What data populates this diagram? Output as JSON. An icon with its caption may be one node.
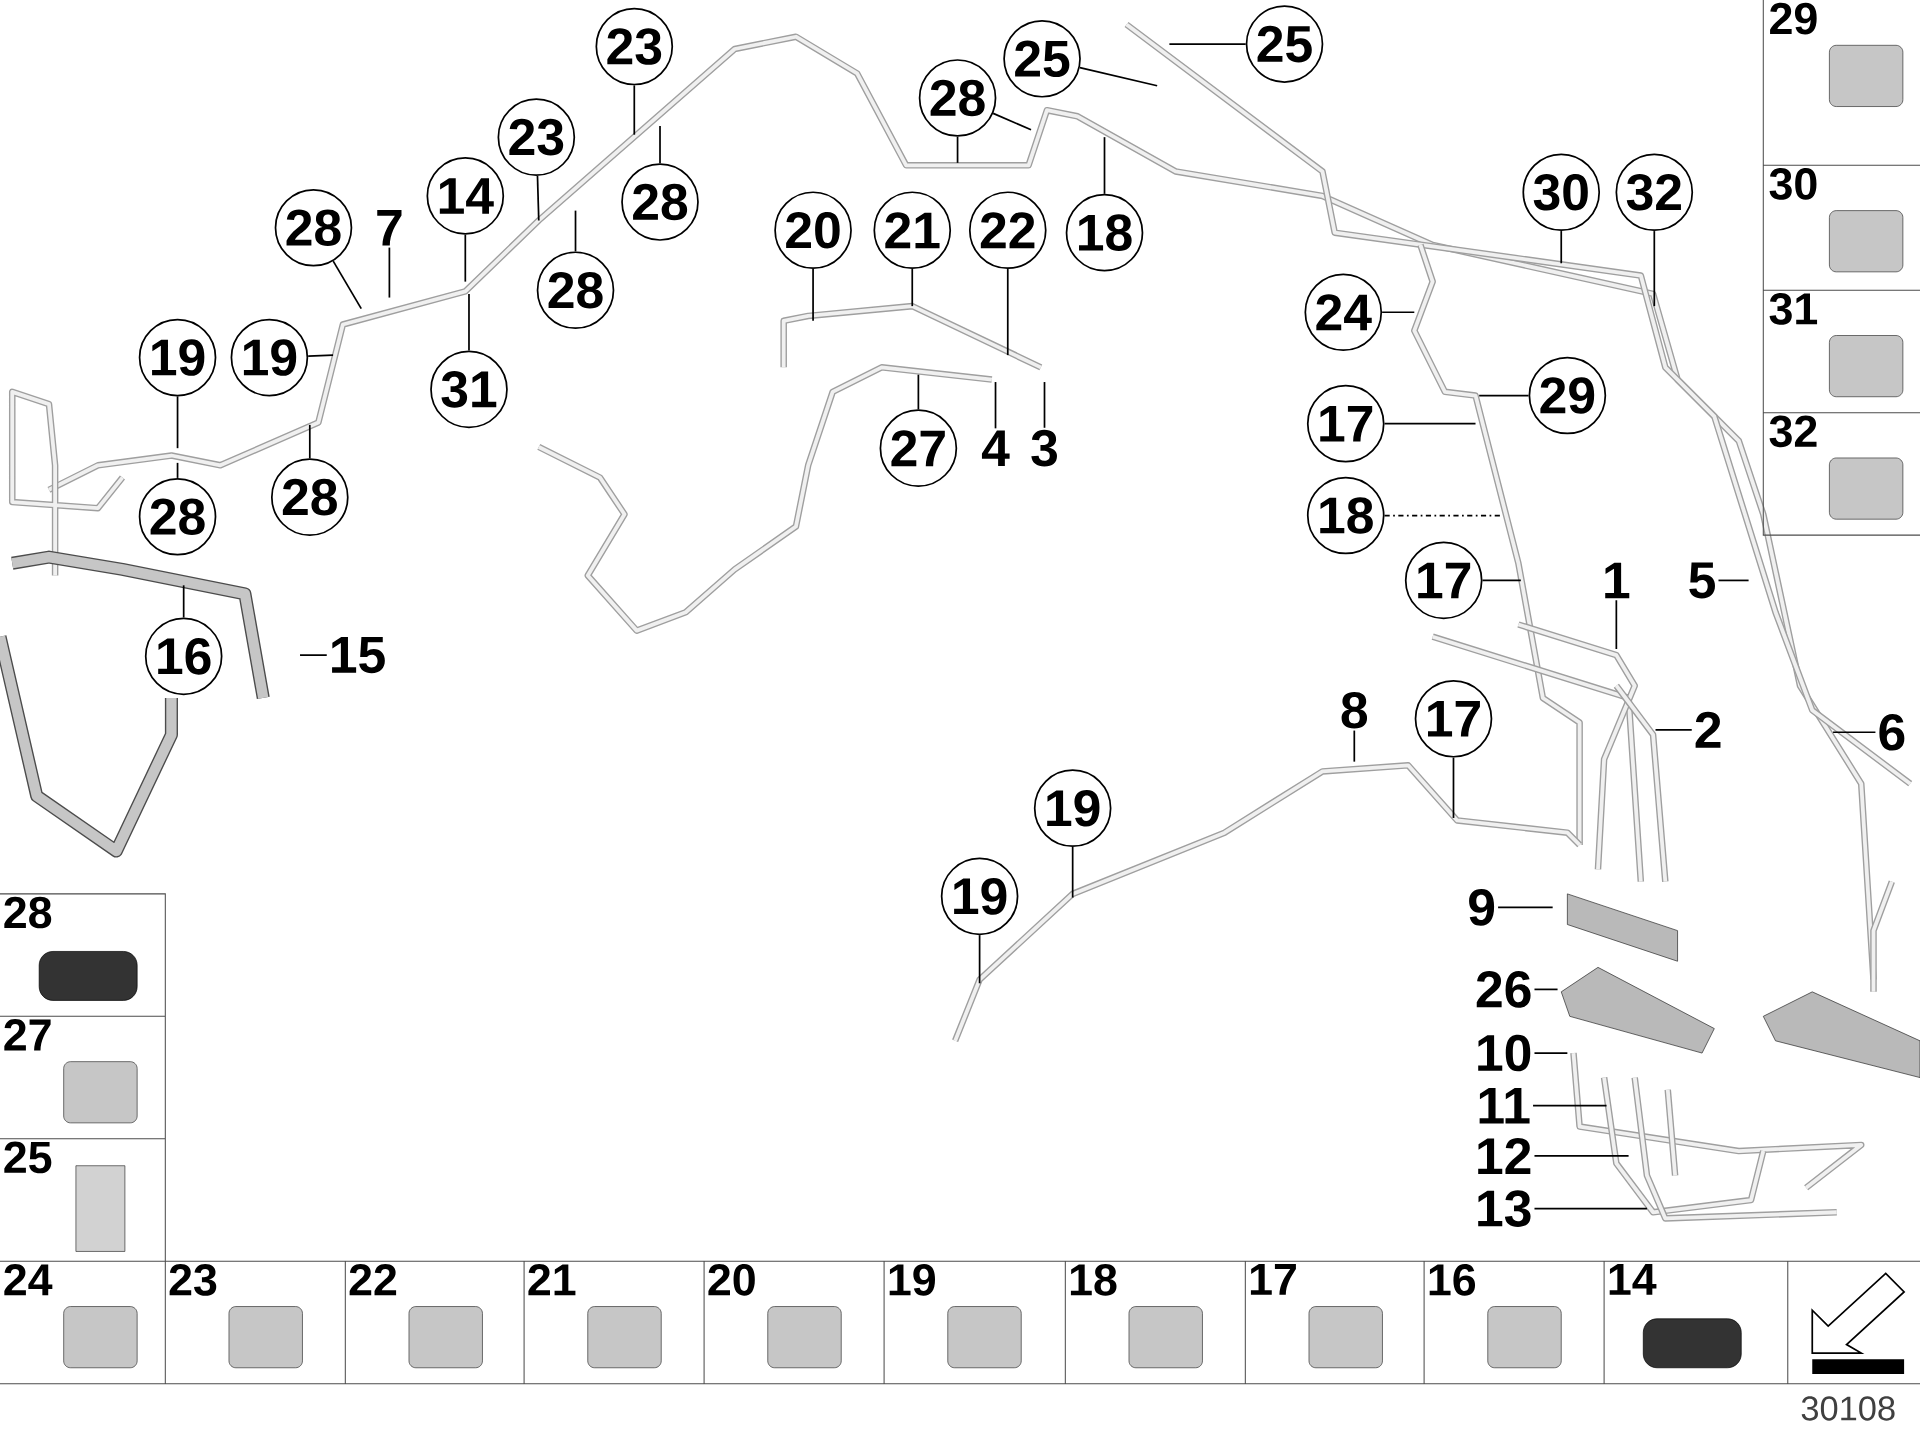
{
  "diagram": {
    "nodes": [
      {
        "text": [
          "23"
        ]
      },
      {
        "text": [
          "25"
        ]
      },
      {
        "text": [
          "25"
        ]
      },
      {
        "text": [
          "23"
        ]
      },
      {
        "text": [
          "28"
        ]
      },
      {
        "text": [
          "28"
        ]
      },
      {
        "text": [
          "14"
        ]
      },
      {
        "text": [
          "7"
        ]
      },
      {
        "text": [
          "28"
        ]
      },
      {
        "text": [
          "20"
        ]
      },
      {
        "text": [
          "21"
        ]
      },
      {
        "text": [
          "22"
        ]
      },
      {
        "text": [
          "18"
        ]
      },
      {
        "text": [
          "28"
        ]
      },
      {
        "text": [
          "31"
        ]
      },
      {
        "text": [
          "19"
        ]
      },
      {
        "text": [
          "19"
        ]
      },
      {
        "text": [
          "28"
        ]
      },
      {
        "text": [
          "28"
        ]
      },
      {
        "text": [
          "27"
        ]
      },
      {
        "text": [
          "4"
        ]
      },
      {
        "text": [
          "3"
        ]
      },
      {
        "text": [
          "16"
        ]
      },
      {
        "text": [
          "15"
        ]
      },
      {
        "text": [
          "30"
        ]
      },
      {
        "text": [
          "32"
        ]
      },
      {
        "text": [
          "24"
        ]
      },
      {
        "text": [
          "29"
        ]
      },
      {
        "text": [
          "17"
        ]
      },
      {
        "text": [
          "18"
        ]
      },
      {
        "text": [
          "17"
        ]
      },
      {
        "text": [
          "1"
        ]
      },
      {
        "text": [
          "5"
        ]
      },
      {
        "text": [
          "2"
        ]
      },
      {
        "text": [
          "6"
        ]
      },
      {
        "text": [
          "8"
        ]
      },
      {
        "text": [
          "17"
        ]
      },
      {
        "text": [
          "19"
        ]
      },
      {
        "text": [
          "19"
        ]
      },
      {
        "text": [
          "9"
        ]
      },
      {
        "text": [
          "26"
        ]
      },
      {
        "text": [
          "10"
        ]
      },
      {
        "text": [
          "11"
        ]
      },
      {
        "text": [
          "12"
        ]
      },
      {
        "text": [
          "13"
        ]
      }
    ],
    "edges": [
      {
        "from": 0,
        "to": null,
        "arrow": "none"
      },
      {
        "from": 1,
        "to": null,
        "arrow": "none"
      },
      {
        "from": 2,
        "to": null,
        "arrow": "none"
      },
      {
        "from": 3,
        "to": null,
        "arrow": "none"
      },
      {
        "from": 4,
        "to": null,
        "arrow": "none"
      },
      {
        "from": 4,
        "to": null,
        "arrow": "none"
      },
      {
        "from": 5,
        "to": null,
        "arrow": "none"
      },
      {
        "from": 6,
        "to": null,
        "arrow": "none"
      },
      {
        "from": 7,
        "to": null,
        "arrow": "none"
      },
      {
        "from": 8,
        "to": null,
        "arrow": "none"
      },
      {
        "from": 9,
        "to": null,
        "arrow": "none"
      },
      {
        "from": 10,
        "to": null,
        "arrow": "none"
      },
      {
        "from": 11,
        "to": null,
        "arrow": "none"
      },
      {
        "from": 12,
        "to": null,
        "arrow": "none"
      },
      {
        "from": 13,
        "to": null,
        "arrow": "none"
      },
      {
        "from": 14,
        "to": null,
        "arrow": "none"
      },
      {
        "from": 15,
        "to": null,
        "arrow": "none"
      },
      {
        "from": 16,
        "to": null,
        "arrow": "none"
      },
      {
        "from": 17,
        "to": null,
        "arrow": "none"
      },
      {
        "from": 18,
        "to": null,
        "arrow": "none"
      },
      {
        "from": 19,
        "to": null,
        "arrow": "none"
      },
      {
        "from": 20,
        "to": null,
        "arrow": "none"
      },
      {
        "from": 21,
        "to": null,
        "arrow": "none"
      },
      {
        "from": 22,
        "to": null,
        "arrow": "none"
      },
      {
        "from": 23,
        "to": null,
        "arrow": "none"
      },
      {
        "from": 24,
        "to": null,
        "arrow": "none"
      },
      {
        "from": 25,
        "to": null,
        "arrow": "none"
      },
      {
        "from": 26,
        "to": null,
        "arrow": "none"
      },
      {
        "from": 27,
        "to": null,
        "arrow": "none"
      },
      {
        "from": 28,
        "to": null,
        "arrow": "none"
      },
      {
        "from": 29,
        "to": null,
        "arrow": "none",
        "style": "dashed"
      },
      {
        "from": 30,
        "to": null,
        "arrow": "none"
      },
      {
        "from": 31,
        "to": null,
        "arrow": "none"
      },
      {
        "from": 32,
        "to": null,
        "arrow": "none"
      },
      {
        "from": 33,
        "to": null,
        "arrow": "none"
      },
      {
        "from": 34,
        "to": null,
        "arrow": "none"
      },
      {
        "from": 35,
        "to": null,
        "arrow": "none"
      },
      {
        "from": 36,
        "to": null,
        "arrow": "none"
      },
      {
        "from": 37,
        "to": null,
        "arrow": "none"
      },
      {
        "from": 38,
        "to": null,
        "arrow": "none"
      },
      {
        "from": 39,
        "to": null,
        "arrow": "none"
      },
      {
        "from": 40,
        "to": null,
        "arrow": "none"
      },
      {
        "from": 41,
        "to": null,
        "arrow": "none"
      },
      {
        "from": 42,
        "to": null,
        "arrow": "none"
      },
      {
        "from": 43,
        "to": null,
        "arrow": "none"
      },
      {
        "from": 44,
        "to": null,
        "arrow": "none"
      }
    ],
    "labels": [
      "29",
      "30",
      "31",
      "32",
      "28",
      "27",
      "25",
      "24",
      "23",
      "22",
      "21",
      "20",
      "19",
      "18",
      "17",
      "16",
      "14",
      "30108"
    ]
  }
}
